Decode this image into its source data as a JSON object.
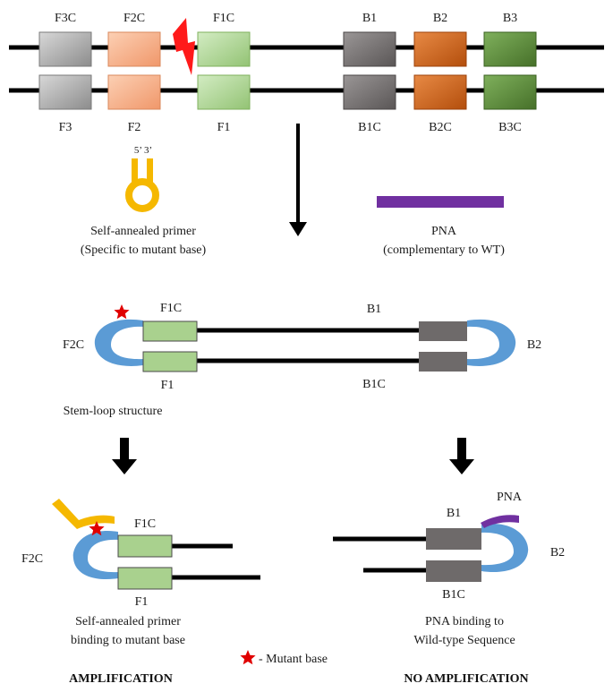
{
  "top": {
    "upper_labels": [
      "F3C",
      "F2C",
      "F1C",
      "B1",
      "B2",
      "B3"
    ],
    "lower_labels": [
      "F3",
      "F2",
      "F1",
      "B1C",
      "B2C",
      "B3C"
    ],
    "primer_ends": "5’ 3’",
    "primer_caption_line1": "Self-annealed primer",
    "primer_caption_line2": "(Specific to mutant base)",
    "pna_caption_line1": "PNA",
    "pna_caption_line2": "(complementary to WT)"
  },
  "stemloop": {
    "f2c": "F2C",
    "f1c": "F1C",
    "f1": "F1",
    "b1": "B1",
    "b1c": "B1C",
    "b2": "B2",
    "caption": "Stem-loop structure"
  },
  "left_result": {
    "f2c": "F2C",
    "f1c": "F1C",
    "f1": "F1",
    "caption_line1": "Self-annealed primer",
    "caption_line2": "binding to mutant base",
    "outcome": "AMPLIFICATION"
  },
  "right_result": {
    "b1": "B1",
    "b1c": "B1C",
    "b2": "B2",
    "pna": "PNA",
    "caption_line1": "PNA binding to",
    "caption_line2": "Wild-type Sequence",
    "outcome": "NO AMPLIFICATION"
  },
  "legend": {
    "mutant_label": "- Mutant base"
  },
  "colors": {
    "gray_box": "#9a9a9a",
    "salmon_box": "#f5a67c",
    "green_box": "#a9d18e",
    "darkgray_box": "#6e6a6a",
    "orange_box": "#c55a11",
    "darkgreen_box": "#548235",
    "loop_blue": "#5b9bd5",
    "primer_yellow": "#f5b800",
    "pna_purple": "#7030a0",
    "star_red": "#e00000"
  }
}
